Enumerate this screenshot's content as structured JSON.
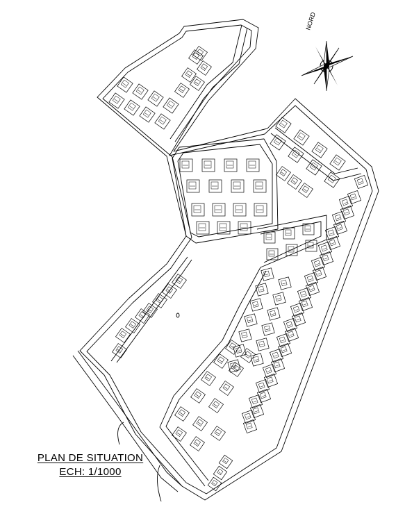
{
  "title": "PLAN DE SITUATION",
  "scale": "ECH: 1/1000",
  "north_label": "NORD",
  "colors": {
    "ink": "#000000",
    "background": "#ffffff"
  },
  "icons": {
    "north": "compass-rose-icon"
  }
}
